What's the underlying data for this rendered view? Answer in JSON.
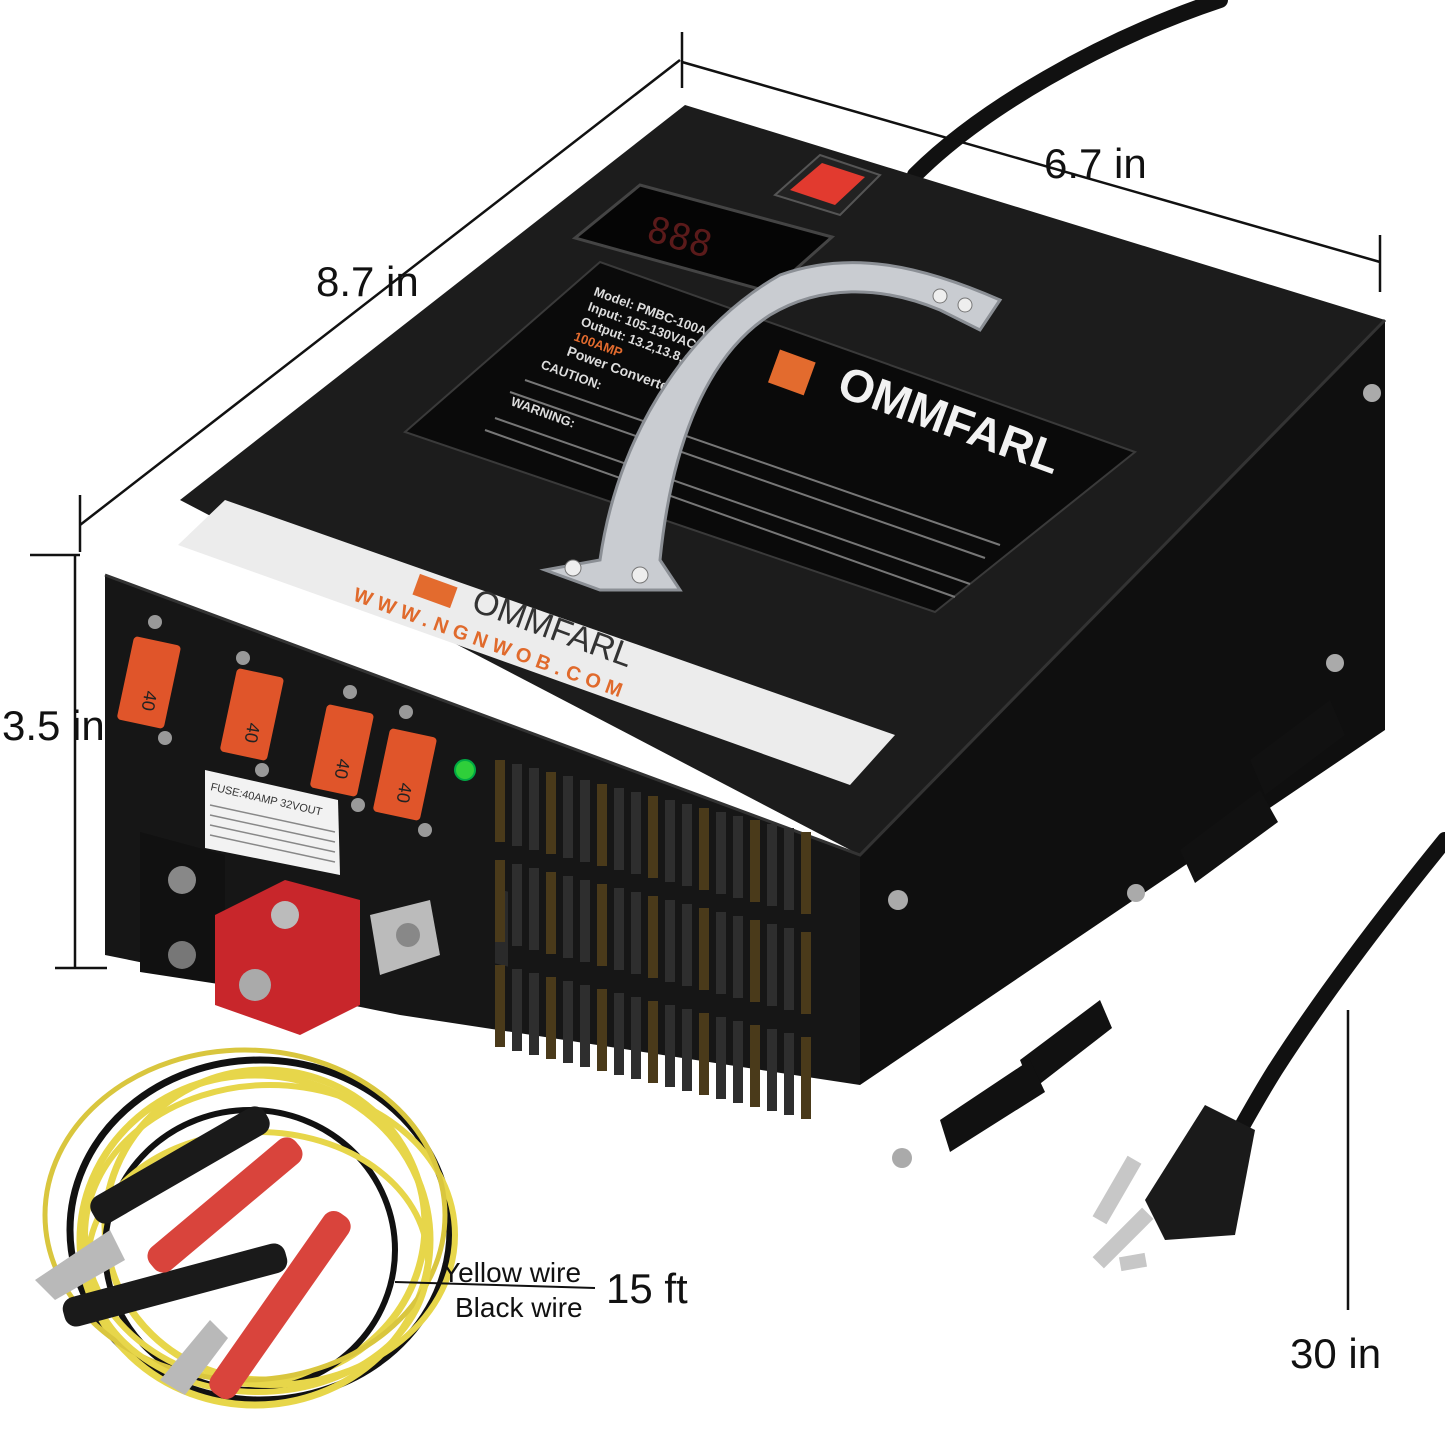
{
  "dimensions": {
    "length": "8.7 in",
    "width": "6.7 in",
    "height": "3.5 in",
    "cord_length": "30 in",
    "cable_length": "15 ft"
  },
  "cables": {
    "yellow_label": "Yellow wire",
    "black_label": "Black wire"
  },
  "product": {
    "brand": "OMMFARL",
    "website": "WWW.NGNWOB.COM",
    "label_model": "Model: PMBC-100A",
    "label_input": "Input: 105-130VAC",
    "label_output": "Output: 13.2,13.8,14.6V",
    "label_amp": "100AMP",
    "label_type": "Power Converter 70",
    "caution_title": "CAUTION:",
    "warning_title": "WARNING:",
    "fuse_note": "FUSE:40AMP 32VOUT",
    "fuse_value": "40",
    "display_digits": "888"
  },
  "colors": {
    "body": "#1b1b1b",
    "fuse": "#e0552a",
    "terminal_red": "#c8262b",
    "led_green": "#2fcf3a",
    "switch_red": "#e23a2f",
    "wire_yellow": "#e7d64a",
    "clamp_red": "#d9443c"
  }
}
